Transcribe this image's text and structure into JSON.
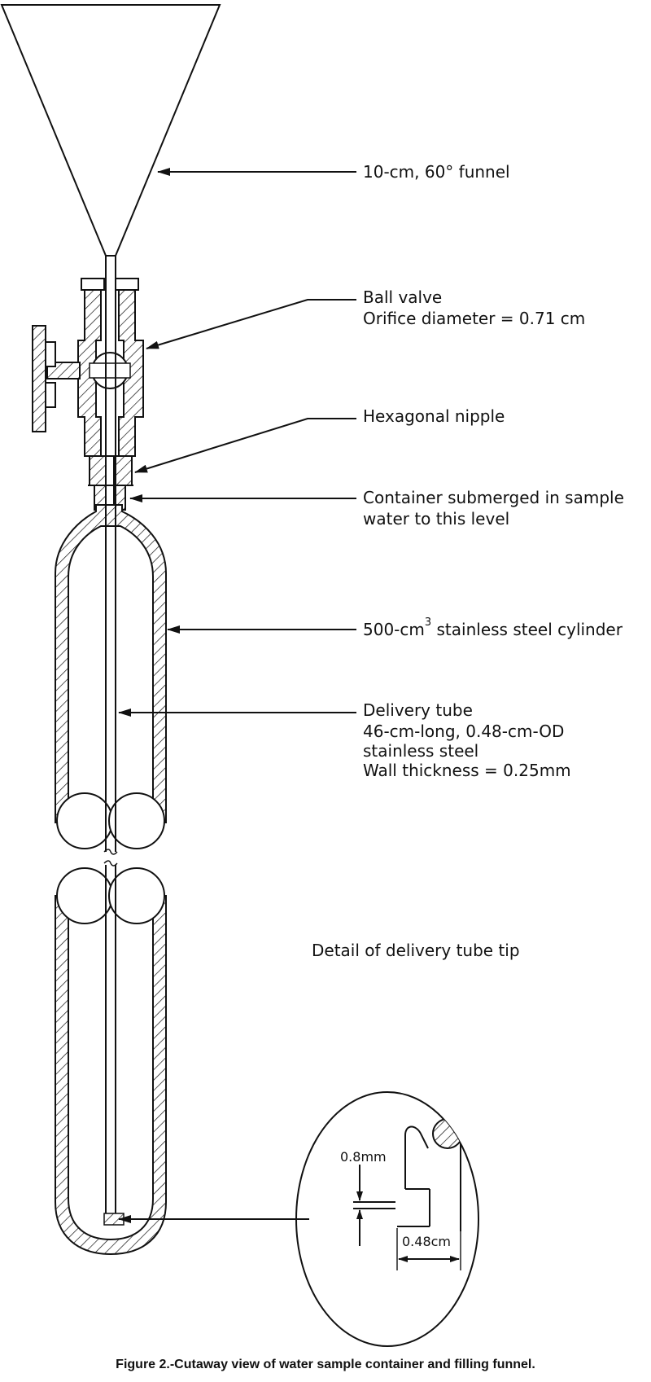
{
  "labels": {
    "funnel": "10-cm, 60° funnel",
    "ball_valve_line1": "Ball valve",
    "ball_valve_line2": "Orifice diameter = 0.71 cm",
    "nipple": "Hexagonal nipple",
    "submerged_line1": "Container submerged in sample",
    "submerged_line2": "water to this level",
    "cylinder_main": "500-cm",
    "cylinder_sup": "3",
    "cylinder_rest": " stainless steel cylinder",
    "tube_line1": "Delivery tube",
    "tube_line2": "46-cm-long, 0.48-cm-OD",
    "tube_line3": "stainless steel",
    "tube_line4": "Wall thickness = 0.25mm"
  },
  "detail": {
    "title": "Detail of delivery tube tip",
    "gap_label": "0.8mm",
    "width_label": "0.48cm"
  },
  "caption": "Figure 2.-Cutaway view of water sample container and filling funnel."
}
